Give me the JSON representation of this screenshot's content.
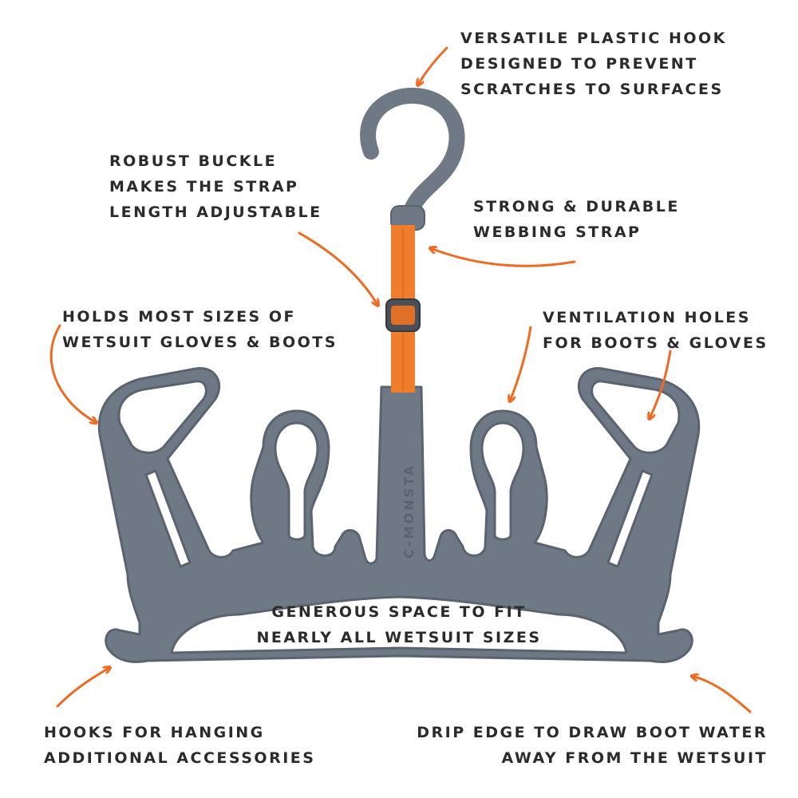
{
  "colors": {
    "hanger": "#6f7885",
    "hanger_edge": "#5b6370",
    "strap": "#ef7d2b",
    "arrow": "#f06a21",
    "text": "#2b2b2b"
  },
  "brand_mark": "C-MONSTA",
  "callouts": {
    "hook": [
      "VERSATILE PLASTIC HOOK",
      "DESIGNED TO PREVENT",
      "SCRATCHES TO SURFACES"
    ],
    "buckle": [
      "ROBUST BUCKLE",
      "MAKES THE STRAP",
      "LENGTH ADJUSTABLE"
    ],
    "strap": [
      "STRONG & DURABLE",
      "WEBBING STRAP"
    ],
    "gloves": [
      "HOLDS MOST SIZES OF",
      "WETSUIT GLOVES & BOOTS"
    ],
    "ventilation": [
      "VENTILATION HOLES",
      "FOR BOOTS & GLOVES"
    ],
    "space": [
      "GENEROUS SPACE TO FIT",
      "NEARLY ALL WETSUIT SIZES"
    ],
    "accessory_hooks": [
      "HOOKS FOR HANGING",
      "ADDITIONAL ACCESSORIES"
    ],
    "drip_edge": [
      "DRIP EDGE TO DRAW BOOT WATER",
      "AWAY FROM THE WETSUIT"
    ]
  }
}
